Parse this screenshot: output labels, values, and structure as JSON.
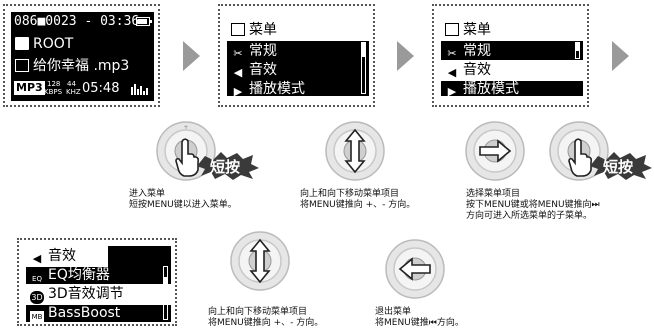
{
  "screen1": {
    "header": "086■0023 - 03:36",
    "folder": "ROOT",
    "file": "给你幸福 .mp3",
    "format": "MP3",
    "bitrate": "128",
    "bitrate_unit": "KBPS",
    "samplerate": "44",
    "samplerate_unit": "KHZ",
    "time": "05:48"
  },
  "screen2": {
    "title": "菜单",
    "items": [
      "常规",
      "音效",
      "播放模式"
    ]
  },
  "screen3": {
    "title": "菜单",
    "items": [
      "常规",
      "音效",
      "播放模式"
    ]
  },
  "screen4": {
    "title": "音效",
    "items": [
      "EQ均衡器",
      "3D音效调节",
      "BassBoost"
    ],
    "item_icons": [
      "EQ",
      "3D",
      "MB"
    ]
  },
  "badges": {
    "short_press": "短按"
  },
  "captions": {
    "enter_menu": "进入菜单\n短按MENU键以进入菜单。",
    "move_menu": "向上和向下移动菜单项目\n将MENU键推向 +、- 方向。",
    "select_menu": "选择菜单项目\n按下MENU键或将MENU键推向⏭\n方向可进入所选菜单的子菜单。",
    "move_menu_2": "向上和向下移动菜单项目\n将MENU键推向 +、- 方向。",
    "exit_menu": "退出菜单\n将MENU键推⏮方向。"
  },
  "colors": {
    "lcd_bg": "#000000",
    "lcd_fg": "#ffffff",
    "arrow": "#9a9a9a",
    "badge": "#333333"
  }
}
